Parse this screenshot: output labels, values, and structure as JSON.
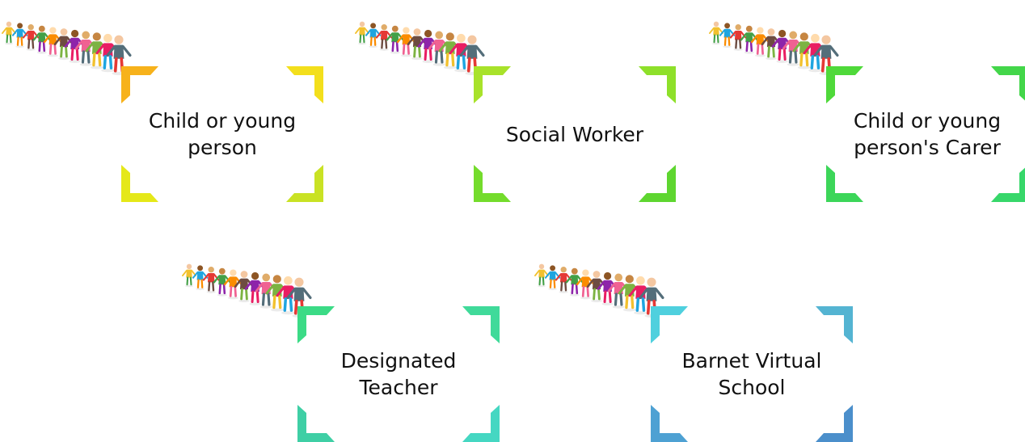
{
  "diagram": {
    "cards": [
      {
        "id": "child-or-young-person",
        "label": "Child or young person",
        "colors": {
          "top_left": "#F7B21B",
          "top_right": "#F3DF1C",
          "bottom_left": "#E5E819",
          "bottom_right": "#C9E224"
        }
      },
      {
        "id": "social-worker",
        "label": "Social Worker",
        "colors": {
          "top_left": "#A8E22A",
          "top_right": "#8EE02A",
          "bottom_left": "#74DC2C",
          "bottom_right": "#5ED630"
        }
      },
      {
        "id": "carer",
        "label": "Child or young person's Carer",
        "colors": {
          "top_left": "#4FD93A",
          "top_right": "#43D64A",
          "bottom_left": "#3CD659",
          "bottom_right": "#37D76A"
        }
      },
      {
        "id": "designated-teacher",
        "label": "Designated Teacher",
        "colors": {
          "top_left": "#3BDB86",
          "top_right": "#40DA9A",
          "bottom_left": "#3FCFA5",
          "bottom_right": "#45D7C2"
        }
      },
      {
        "id": "barnet-virtual-school",
        "label": "Barnet Virtual School",
        "colors": {
          "top_left": "#4FD0DE",
          "top_right": "#54B4D2",
          "bottom_left": "#4EA1D3",
          "bottom_right": "#4B8FCB"
        }
      }
    ],
    "people_icon": "children-holding-hands-icon",
    "people_colors": [
      "#F2C12E",
      "#1FA5E0",
      "#E53935",
      "#43A047",
      "#FB8C00",
      "#6D4C41",
      "#8E24AA",
      "#F06292",
      "#7CB342",
      "#E91E63",
      "#546E7A"
    ]
  }
}
